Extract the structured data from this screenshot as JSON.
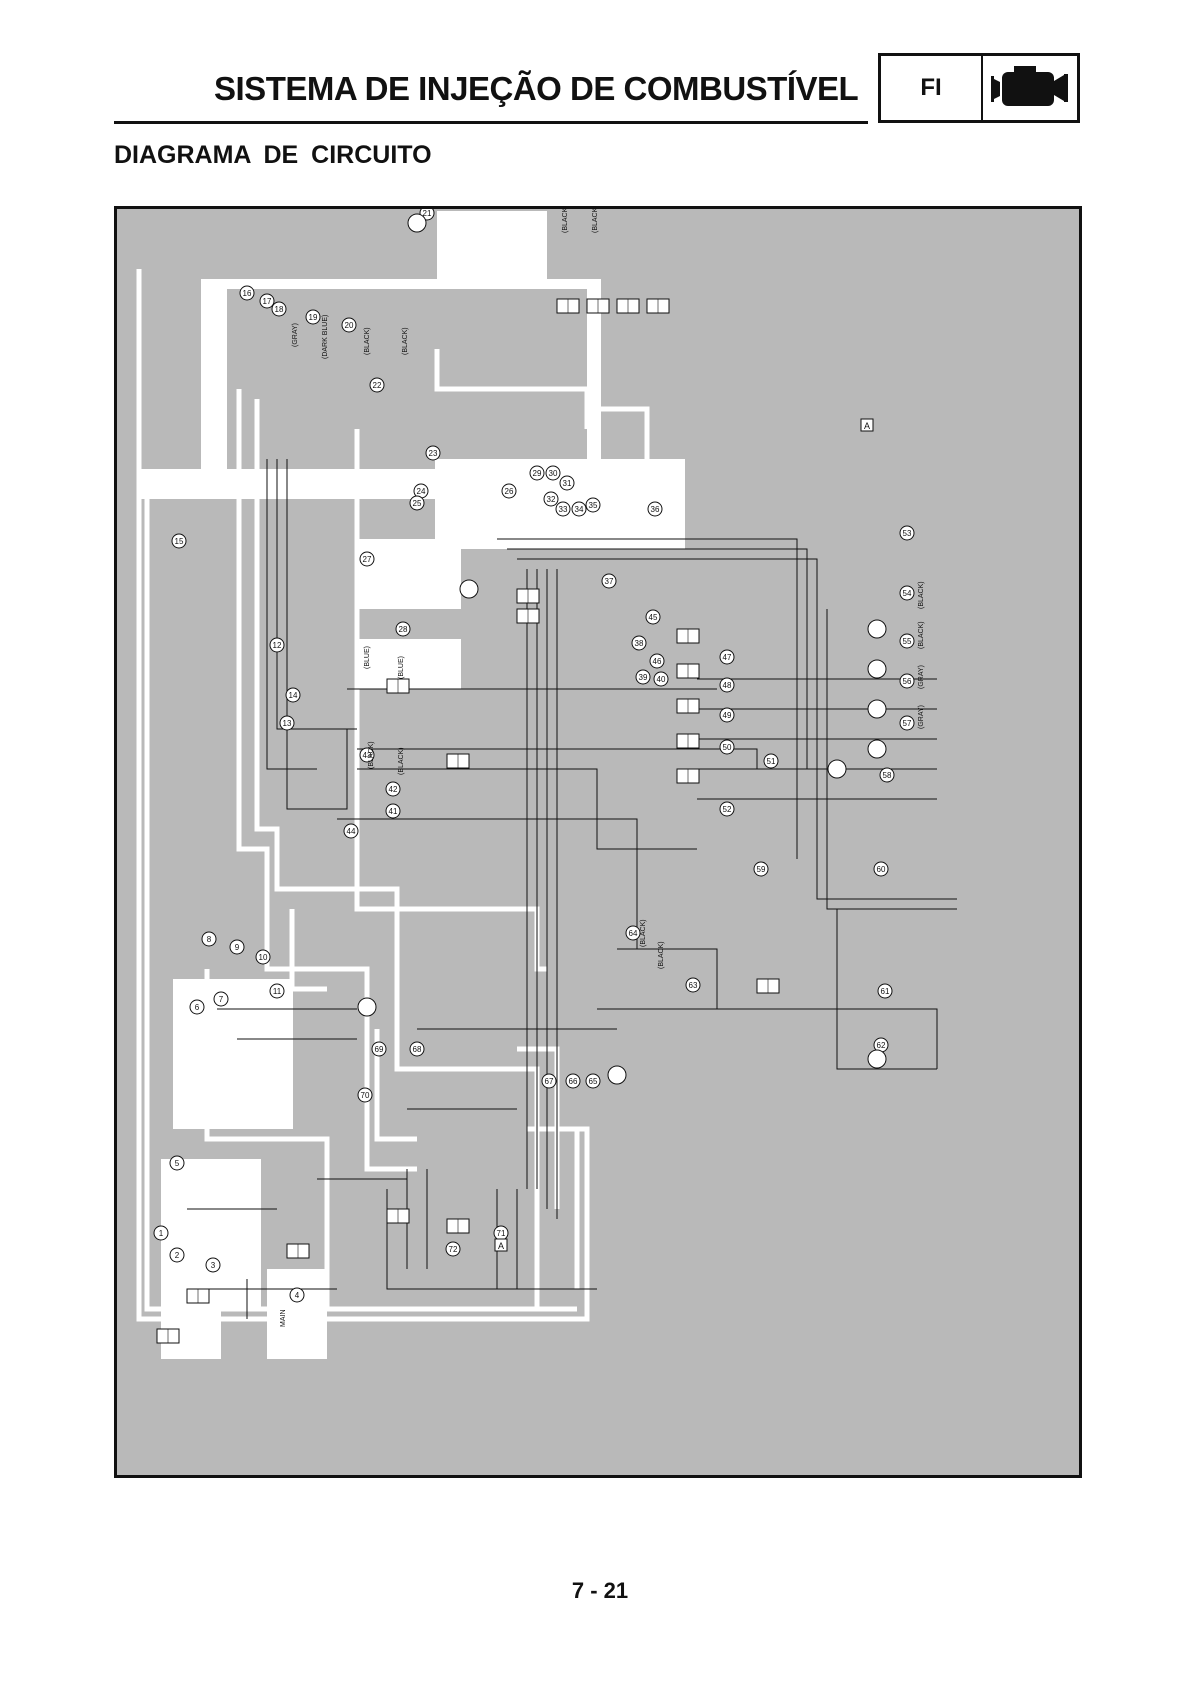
{
  "header": {
    "title": "SISTEMA DE INJEÇÃO DE COMBUSTÍVEL",
    "section_code": "FI",
    "section_icon": "engine-icon"
  },
  "section": {
    "title": "DIAGRAMA  DE  CIRCUITO"
  },
  "diagram": {
    "colors": {
      "background": "#b9b9b9",
      "wire": "#ffffff",
      "line": "#111111"
    },
    "labels": {
      "black": "(BLACK)",
      "gray": "(GRAY)",
      "blue": "(BLUE)",
      "dark_blue": "(DARK BLUE)",
      "frame_a": "A",
      "main": "MAIN"
    },
    "component_numbers": [
      "1",
      "2",
      "3",
      "4",
      "5",
      "6",
      "7",
      "8",
      "9",
      "10",
      "11",
      "12",
      "13",
      "14",
      "15",
      "16",
      "17",
      "18",
      "19",
      "20",
      "21",
      "22",
      "23",
      "24",
      "25",
      "26",
      "27",
      "28",
      "29",
      "30",
      "31",
      "32",
      "33",
      "34",
      "35",
      "36",
      "37",
      "38",
      "39",
      "40",
      "41",
      "42",
      "43",
      "44",
      "45",
      "46",
      "47",
      "48",
      "49",
      "50",
      "51",
      "52",
      "53",
      "54",
      "55",
      "56",
      "57",
      "58",
      "59",
      "60",
      "61",
      "62",
      "63",
      "64",
      "65",
      "66",
      "67",
      "68",
      "69",
      "70",
      "71",
      "72"
    ]
  },
  "footer": {
    "page_number": "7 - 21"
  }
}
